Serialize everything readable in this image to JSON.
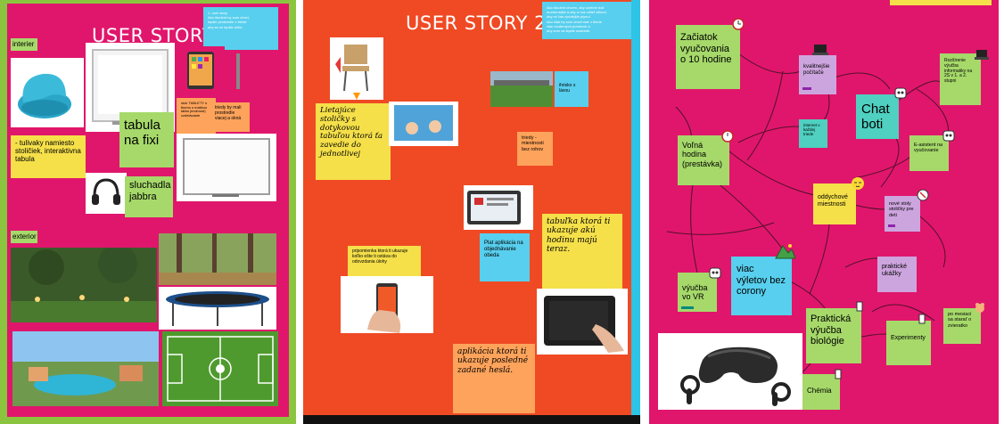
{
  "colors": {
    "panel1_frame": "#8bc53f",
    "panel1_bg": "#e0166c",
    "panel2_bg": "#ef4a24",
    "panel2_frame": "#2ec4e6",
    "panel3_bg": "#e0166c",
    "sticky_yellow": "#f5e04a",
    "sticky_green": "#a6d96a",
    "sticky_blue": "#58cfee",
    "sticky_orange": "#fda35b",
    "sticky_purple": "#cda5de",
    "sticky_teal": "#4fd0c0"
  },
  "panel1": {
    "title": "USER STORY 2",
    "interier_label": "interier",
    "exterior_label": "exterior",
    "tabula_note": "tabula na fixi",
    "tulivaky_note": "- tulivaky namiesto stoličiek, interaktivna tabula",
    "sluchadla_note": "sluchadla jabbra",
    "tablety_note": "skôr TABLETY s tkomo s maškou tabla (možnost) vzdelávanie",
    "triedy_note": "triedy by mali prostredie viacej a okná",
    "blue_note_lines": [
      "1. user story",
      "Ako študent by som chcel,",
      "lepšie prostredie v triede",
      "aby sa mi lepšie učilo."
    ]
  },
  "panel2": {
    "title": "USER STORY 2",
    "top_note_lines": [
      "Ako študent chcem, aby učebne boli",
      "modernejšie a aby si ma učiteľ všimol,",
      "aby mi čas rýchlejšie plynul.",
      "",
      "Ako žiak by som chcel mať v triede",
      "viac moderných pomôcok a",
      "aby som sa lepšie sústredil."
    ],
    "stolicky_note": "Lietajúce stoličky s dotykovou tabuľou ktorá ťa zavedie do jednotlivej",
    "ihrisko_note": "ihrisko s lávou",
    "triedy_note": "triedy - miestnosti bez rohov",
    "tabulka_note": "tabuľka ktorá ti ukazuje akú hodinu majú teraz.",
    "pripomienka_note": "pripomienka ktorá ti ukazuje koľko ešte ti ostáva do odovzdania úlohy",
    "plat_note": "Plat aplikácia na objednávanie obeda",
    "aplikacia_note": "aplikácia ktorá ti ukazuje posledné zadané heslá."
  },
  "panel3": {
    "zaciatok_note": "Začiatok vyučovania o 10 hodine",
    "kvalitnejsie_note": "kvalitnejšie počítače",
    "rozsirenie_note": "Rozšírenie výučba informatiky na 2S v 1. a 2. stupni",
    "chatboti_note": "Chat boti",
    "internet_note": "internet v každej triede",
    "volna_note": "Voľná hodina (prestávka)",
    "easistent_note": "E-asistent na vyučovanie",
    "oddychove_note": "oddychové miestnosti",
    "nove_stoly_note": "nové stoly stoličky pre deti",
    "vyucba_vr_note": "výučba vo VR",
    "vylety_note": "viac výletov bez corony",
    "prakticke_note": "praktické ukážky",
    "biologia_note": "Praktická výučba biológie",
    "experimenty_note": "Experimenty",
    "mesiaci_note": "po mesiaci sa starať o zvieratko",
    "chemia_note": "Chémia"
  },
  "icons": [
    "alarm-clock-icon",
    "laptop-icon",
    "robot-icon",
    "mountain-icon",
    "tools-icon",
    "phone-icon",
    "hamster-icon"
  ]
}
